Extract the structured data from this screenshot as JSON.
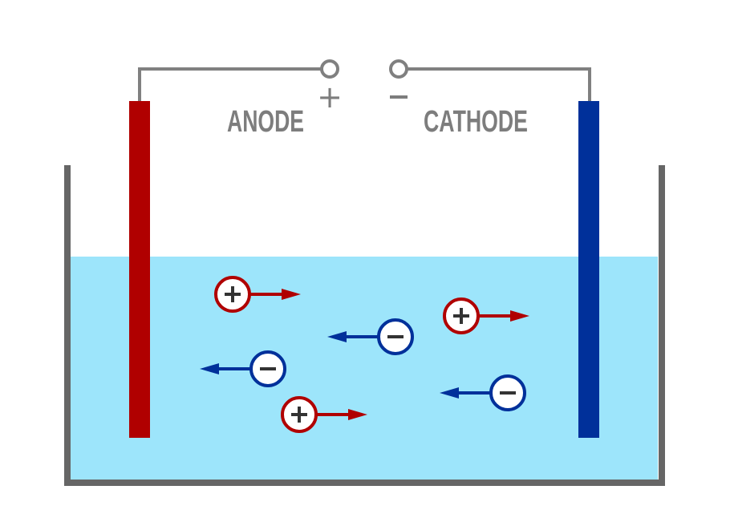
{
  "title": "Electrolysis cell diagram",
  "labels": {
    "anode": "ANODE",
    "cathode": "CATHODE",
    "anode_terminal_sign": "+",
    "cathode_terminal_sign": "−"
  },
  "colors": {
    "anode": "#b00000",
    "cathode": "#00309a",
    "electrolyte": "#9de5fb",
    "container": "#666666",
    "wire": "#808080",
    "text": "#7d7d7d"
  },
  "ions": [
    {
      "type": "cation",
      "sign": "+",
      "direction": "right"
    },
    {
      "type": "anion",
      "sign": "−",
      "direction": "left"
    },
    {
      "type": "cation",
      "sign": "+",
      "direction": "right"
    },
    {
      "type": "anion",
      "sign": "−",
      "direction": "left"
    },
    {
      "type": "cation",
      "sign": "+",
      "direction": "right"
    },
    {
      "type": "anion",
      "sign": "−",
      "direction": "left"
    }
  ]
}
